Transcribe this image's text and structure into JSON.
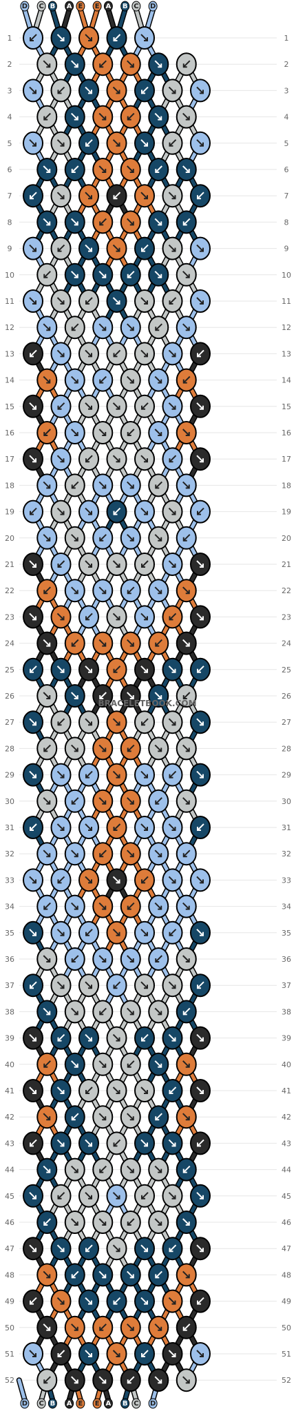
{
  "watermark": "BRACELETBOOK.COM",
  "colors": {
    "A": "#2a2a2a",
    "B": "#164766",
    "C": "#c3c7c6",
    "D": "#9dc0ea",
    "E": "#de7c3a"
  },
  "strands": [
    "D",
    "C",
    "B",
    "A",
    "E",
    "E",
    "A",
    "B",
    "C",
    "D"
  ],
  "rows": [
    "1",
    "2",
    "3",
    "4",
    "5",
    "6",
    "7",
    "8",
    "9",
    "10",
    "11",
    "12",
    "13",
    "14",
    "15",
    "16",
    "17",
    "18",
    "19",
    "20",
    "21",
    "22",
    "23",
    "24",
    "25",
    "26",
    "27",
    "28",
    "29",
    "30",
    "31",
    "32",
    "33",
    "34",
    "35",
    "36",
    "37",
    "38",
    "39",
    "40",
    "41",
    "42",
    "43",
    "44",
    "45",
    "46",
    "47",
    "48",
    "49",
    "50",
    "51",
    "52"
  ],
  "knots": [
    [
      "D",
      "B",
      "E",
      "B",
      "D"
    ],
    [
      "C",
      "B",
      "E",
      "E",
      "B",
      "C"
    ],
    [
      "D",
      "C",
      "B",
      "E",
      "B",
      "C",
      "D"
    ],
    [
      "C",
      "B",
      "E",
      "E",
      "B",
      "C"
    ],
    [
      "D",
      "C",
      "B",
      "E",
      "B",
      "C",
      "D"
    ],
    [
      "B",
      "B",
      "E",
      "E",
      "B",
      "B"
    ],
    [
      "B",
      "C",
      "E",
      "A",
      "E",
      "C",
      "B"
    ],
    [
      "B",
      "B",
      "E",
      "E",
      "B",
      "B"
    ],
    [
      "D",
      "C",
      "B",
      "E",
      "B",
      "C",
      "D"
    ],
    [
      "C",
      "B",
      "B",
      "B",
      "B",
      "C"
    ],
    [
      "D",
      "C",
      "C",
      "B",
      "C",
      "C",
      "D"
    ],
    [
      "D",
      "C",
      "D",
      "D",
      "C",
      "D"
    ],
    [
      "A",
      "D",
      "C",
      "C",
      "C",
      "D",
      "A"
    ],
    [
      "E",
      "D",
      "D",
      "C",
      "D",
      "E"
    ],
    [
      "A",
      "D",
      "C",
      "C",
      "C",
      "D",
      "A"
    ],
    [
      "E",
      "D",
      "C",
      "C",
      "D",
      "E"
    ],
    [
      "A",
      "D",
      "C",
      "C",
      "C",
      "D",
      "A"
    ],
    [
      "D",
      "C",
      "D",
      "D",
      "C",
      "D"
    ],
    [
      "D",
      "C",
      "D",
      "B",
      "D",
      "C",
      "D"
    ],
    [
      "D",
      "C",
      "D",
      "D",
      "C",
      "D"
    ],
    [
      "A",
      "D",
      "C",
      "C",
      "C",
      "D",
      "A"
    ],
    [
      "E",
      "D",
      "D",
      "D",
      "D",
      "E"
    ],
    [
      "A",
      "E",
      "D",
      "C",
      "D",
      "E",
      "A"
    ],
    [
      "A",
      "E",
      "E",
      "E",
      "E",
      "A"
    ],
    [
      "B",
      "B",
      "A",
      "E",
      "A",
      "B",
      "B"
    ],
    [
      "C",
      "B",
      "A",
      "A",
      "B",
      "C"
    ],
    [
      "B",
      "C",
      "C",
      "E",
      "C",
      "C",
      "B"
    ],
    [
      "C",
      "C",
      "E",
      "E",
      "C",
      "C"
    ],
    [
      "B",
      "D",
      "D",
      "E",
      "D",
      "D",
      "B"
    ],
    [
      "C",
      "D",
      "E",
      "E",
      "D",
      "C"
    ],
    [
      "B",
      "D",
      "D",
      "E",
      "D",
      "D",
      "B"
    ],
    [
      "D",
      "D",
      "E",
      "E",
      "D",
      "D"
    ],
    [
      "D",
      "D",
      "E",
      "A",
      "E",
      "D",
      "D"
    ],
    [
      "D",
      "D",
      "E",
      "E",
      "D",
      "D"
    ],
    [
      "B",
      "D",
      "D",
      "E",
      "D",
      "D",
      "B"
    ],
    [
      "C",
      "D",
      "D",
      "D",
      "D",
      "C"
    ],
    [
      "B",
      "C",
      "C",
      "D",
      "C",
      "C",
      "B"
    ],
    [
      "B",
      "C",
      "C",
      "C",
      "C",
      "B"
    ],
    [
      "A",
      "B",
      "B",
      "C",
      "B",
      "B",
      "A"
    ],
    [
      "E",
      "B",
      "C",
      "C",
      "B",
      "E"
    ],
    [
      "A",
      "B",
      "C",
      "C",
      "C",
      "B",
      "A"
    ],
    [
      "E",
      "B",
      "C",
      "C",
      "B",
      "E"
    ],
    [
      "A",
      "B",
      "B",
      "C",
      "B",
      "B",
      "A"
    ],
    [
      "B",
      "C",
      "C",
      "C",
      "C",
      "B"
    ],
    [
      "B",
      "C",
      "C",
      "D",
      "C",
      "C",
      "B"
    ],
    [
      "B",
      "C",
      "C",
      "C",
      "C",
      "B"
    ],
    [
      "A",
      "B",
      "B",
      "C",
      "B",
      "B",
      "A"
    ],
    [
      "E",
      "B",
      "B",
      "B",
      "B",
      "E"
    ],
    [
      "A",
      "E",
      "B",
      "B",
      "B",
      "E",
      "A"
    ],
    [
      "A",
      "E",
      "E",
      "E",
      "E",
      "A"
    ],
    [
      "D",
      "A",
      "B",
      "E",
      "B",
      "A",
      "D"
    ],
    [
      "C",
      "A",
      "A",
      "A",
      "A",
      "C"
    ]
  ]
}
